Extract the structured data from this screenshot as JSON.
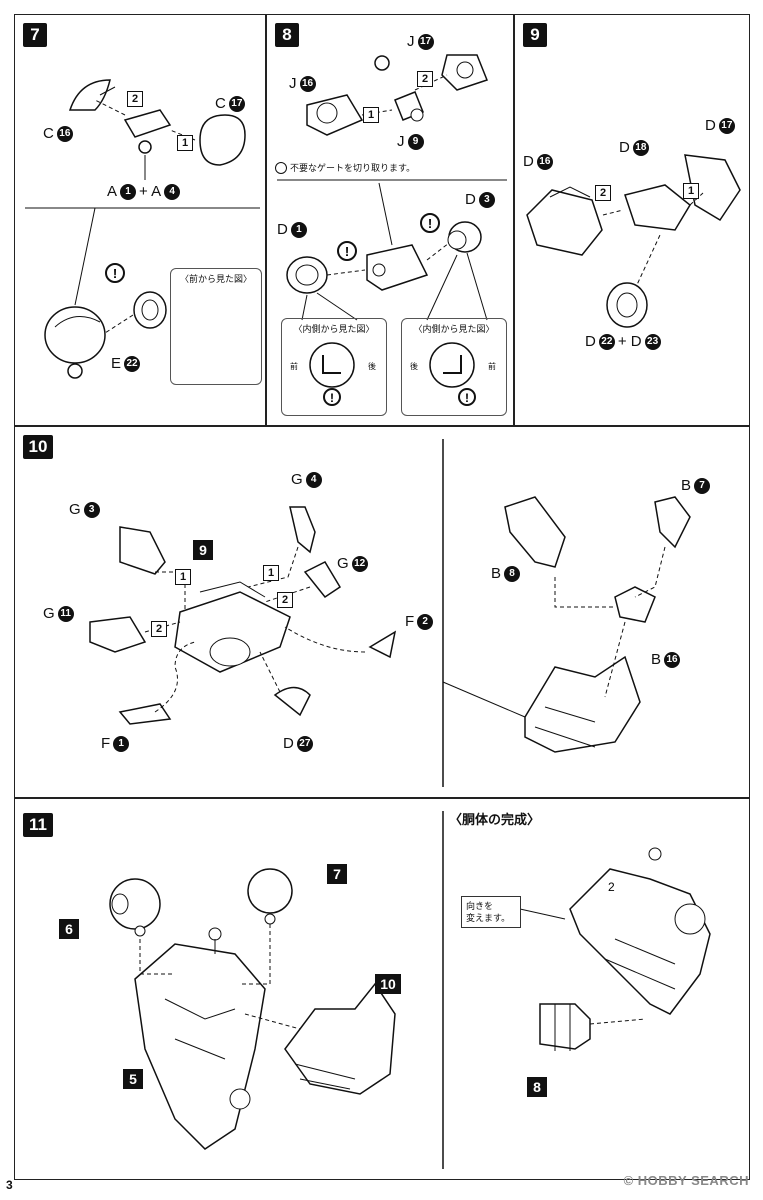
{
  "page_number": "3",
  "watermark": "© HOBBY SEARCH",
  "steps": {
    "s7": {
      "number": "7",
      "labels": {
        "c17": "C",
        "c16": "C",
        "a_combo_1": "A",
        "a_combo_plus": "+ A",
        "e22": "E"
      },
      "nums": {
        "c17": "17",
        "c16": "16",
        "a1": "1",
        "a4": "4",
        "e22": "22"
      },
      "order": {
        "one": "1",
        "two": "2"
      },
      "callout_title": "〈前から見た図〉"
    },
    "s8": {
      "number": "8",
      "labels": {
        "j17": "J",
        "j16": "J",
        "j9": "J",
        "d1": "D",
        "d3": "D"
      },
      "nums": {
        "j17": "17",
        "j16": "16",
        "j9": "9",
        "d1": "1",
        "d3": "3"
      },
      "order": {
        "one": "1",
        "two": "2"
      },
      "gate_note": "不要なゲートを切り取ります。",
      "callout_left": {
        "title": "〈内側から見た図〉",
        "front": "前",
        "rear": "後"
      },
      "callout_right": {
        "title": "〈内側から見た図〉",
        "rear": "後",
        "front": "前"
      }
    },
    "s9": {
      "number": "9",
      "labels": {
        "d16": "D",
        "d18": "D",
        "d17": "D",
        "d_combo": "D",
        "d_plus": "+ D"
      },
      "nums": {
        "d16": "16",
        "d18": "18",
        "d17": "17",
        "d22": "22",
        "d23": "23"
      },
      "order": {
        "one": "1",
        "two": "2"
      }
    },
    "s10": {
      "number": "10",
      "ref": "9",
      "labels": {
        "g3": "G",
        "g4": "G",
        "g12": "G",
        "g11": "G",
        "f2": "F",
        "f1": "F",
        "d27": "D",
        "b8": "B",
        "b7": "B",
        "b16": "B"
      },
      "nums": {
        "g3": "3",
        "g4": "4",
        "g12": "12",
        "g11": "11",
        "f2": "2",
        "f1": "1",
        "d27": "27",
        "b8": "8",
        "b7": "7",
        "b16": "16"
      },
      "order": {
        "one_a": "1",
        "one_b": "1",
        "two_a": "2",
        "two_b": "2"
      }
    },
    "s11": {
      "number": "11",
      "refs": {
        "r6": "6",
        "r7": "7",
        "r5": "5",
        "r10": "10",
        "r8": "8"
      },
      "completion_title": "〈胴体の完成〉",
      "turn_note": "向きを\n変えます。"
    }
  }
}
